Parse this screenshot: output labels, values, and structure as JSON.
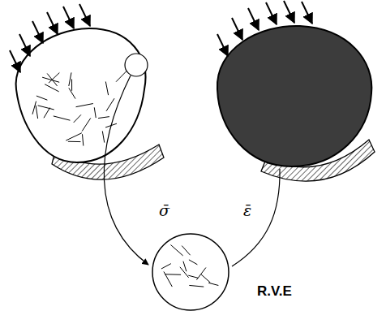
{
  "diagram": {
    "nodes": [
      {
        "text": [
          "R.V.E"
        ]
      }
    ],
    "labels": [
      "σ̄",
      "ε̄"
    ]
  }
}
